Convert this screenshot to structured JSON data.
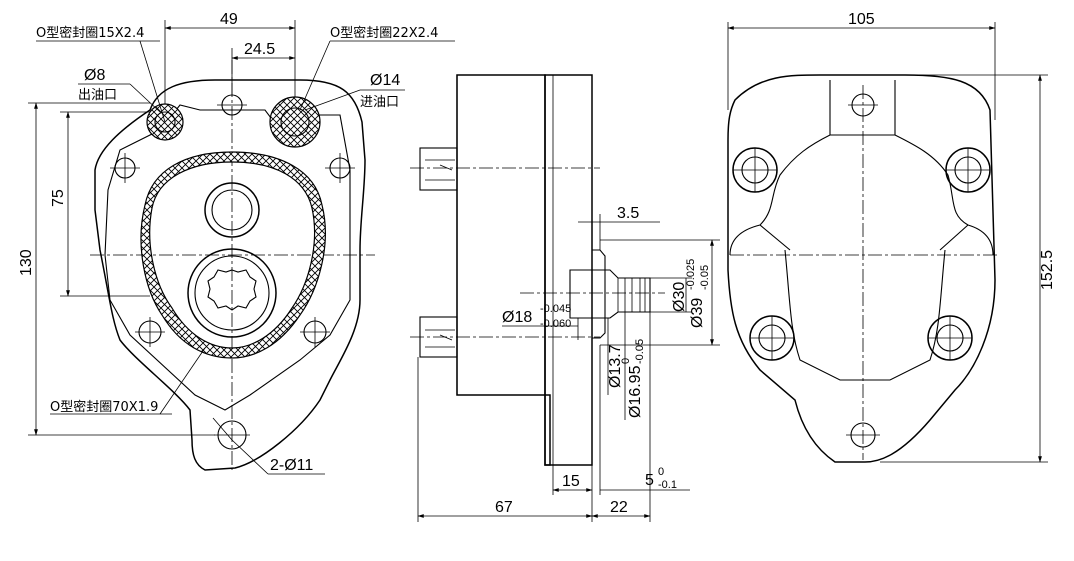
{
  "front_view": {
    "seal_out_label": "O型密封圈15X2.4",
    "seal_in_label": "O型密封圈22X2.4",
    "seal_main_label": "O型密封圈70X1.9",
    "outlet_diameter": "Ø8",
    "outlet_label": "出油口",
    "inlet_diameter": "Ø14",
    "inlet_label": "进油口",
    "dim_port_spacing": "49",
    "dim_port_offset": "24.5",
    "dim_vertical_75": "75",
    "dim_vertical_130": "130",
    "mount_holes": "2-Ø11"
  },
  "side_view": {
    "dim_3_5": "3.5",
    "dim_shaft_18": "Ø18",
    "tol_shaft_18_upper": "-0.045",
    "tol_shaft_18_lower": "-0.060",
    "dim_30": "Ø30",
    "dim_39": "Ø39",
    "tol_39_upper": "-0.025",
    "tol_39_lower": "-0.05",
    "dim_13_7": "Ø13.7",
    "dim_16_95": "Ø16.95",
    "tol_16_95_upper": "0",
    "tol_16_95_lower": "-0.05",
    "dim_15": "15",
    "dim_5": "5",
    "tol_5_upper": "0",
    "tol_5_lower": "-0.1",
    "dim_67": "67",
    "dim_22": "22"
  },
  "rear_view": {
    "dim_width": "105",
    "dim_height": "152.5"
  }
}
